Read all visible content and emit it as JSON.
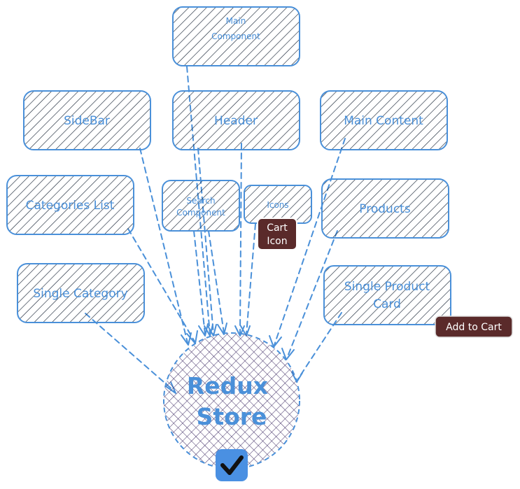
{
  "colors": {
    "stroke": "#4a90d9",
    "hatch": "#1e2a3a",
    "store_hatch": "#4b3a6e",
    "tag_fill": "#5a2a2a",
    "check_fill": "#4a90e2"
  },
  "components": {
    "main": [
      "Main",
      "Component"
    ],
    "sidebar": "SideBar",
    "header": "Header",
    "main_content": "Main Content",
    "categories_list": "Categories List",
    "search": [
      "Search",
      "Component"
    ],
    "icons": "Icons",
    "products": "Products",
    "single_category": "Single Category",
    "single_product": [
      "Single Product",
      "Card"
    ]
  },
  "tags": {
    "cart_icon": [
      "Cart",
      "Icon"
    ],
    "add_to_cart": "Add to Cart"
  },
  "store": [
    "Redux",
    "Store"
  ],
  "store_icon": "check-icon"
}
